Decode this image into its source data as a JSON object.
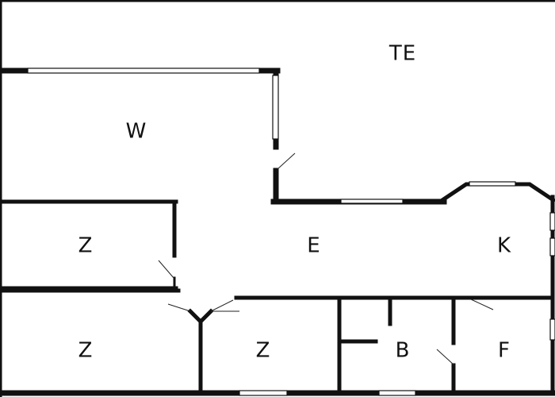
{
  "rooms": [
    {
      "id": "te",
      "label": "TE"
    },
    {
      "id": "w",
      "label": "W"
    },
    {
      "id": "z1",
      "label": "Z"
    },
    {
      "id": "e",
      "label": "E"
    },
    {
      "id": "k",
      "label": "K"
    },
    {
      "id": "z2",
      "label": "Z"
    },
    {
      "id": "z3",
      "label": "Z"
    },
    {
      "id": "b",
      "label": "B"
    },
    {
      "id": "f",
      "label": "F"
    }
  ],
  "colors": {
    "wall": "#111111",
    "background": "#ffffff"
  }
}
